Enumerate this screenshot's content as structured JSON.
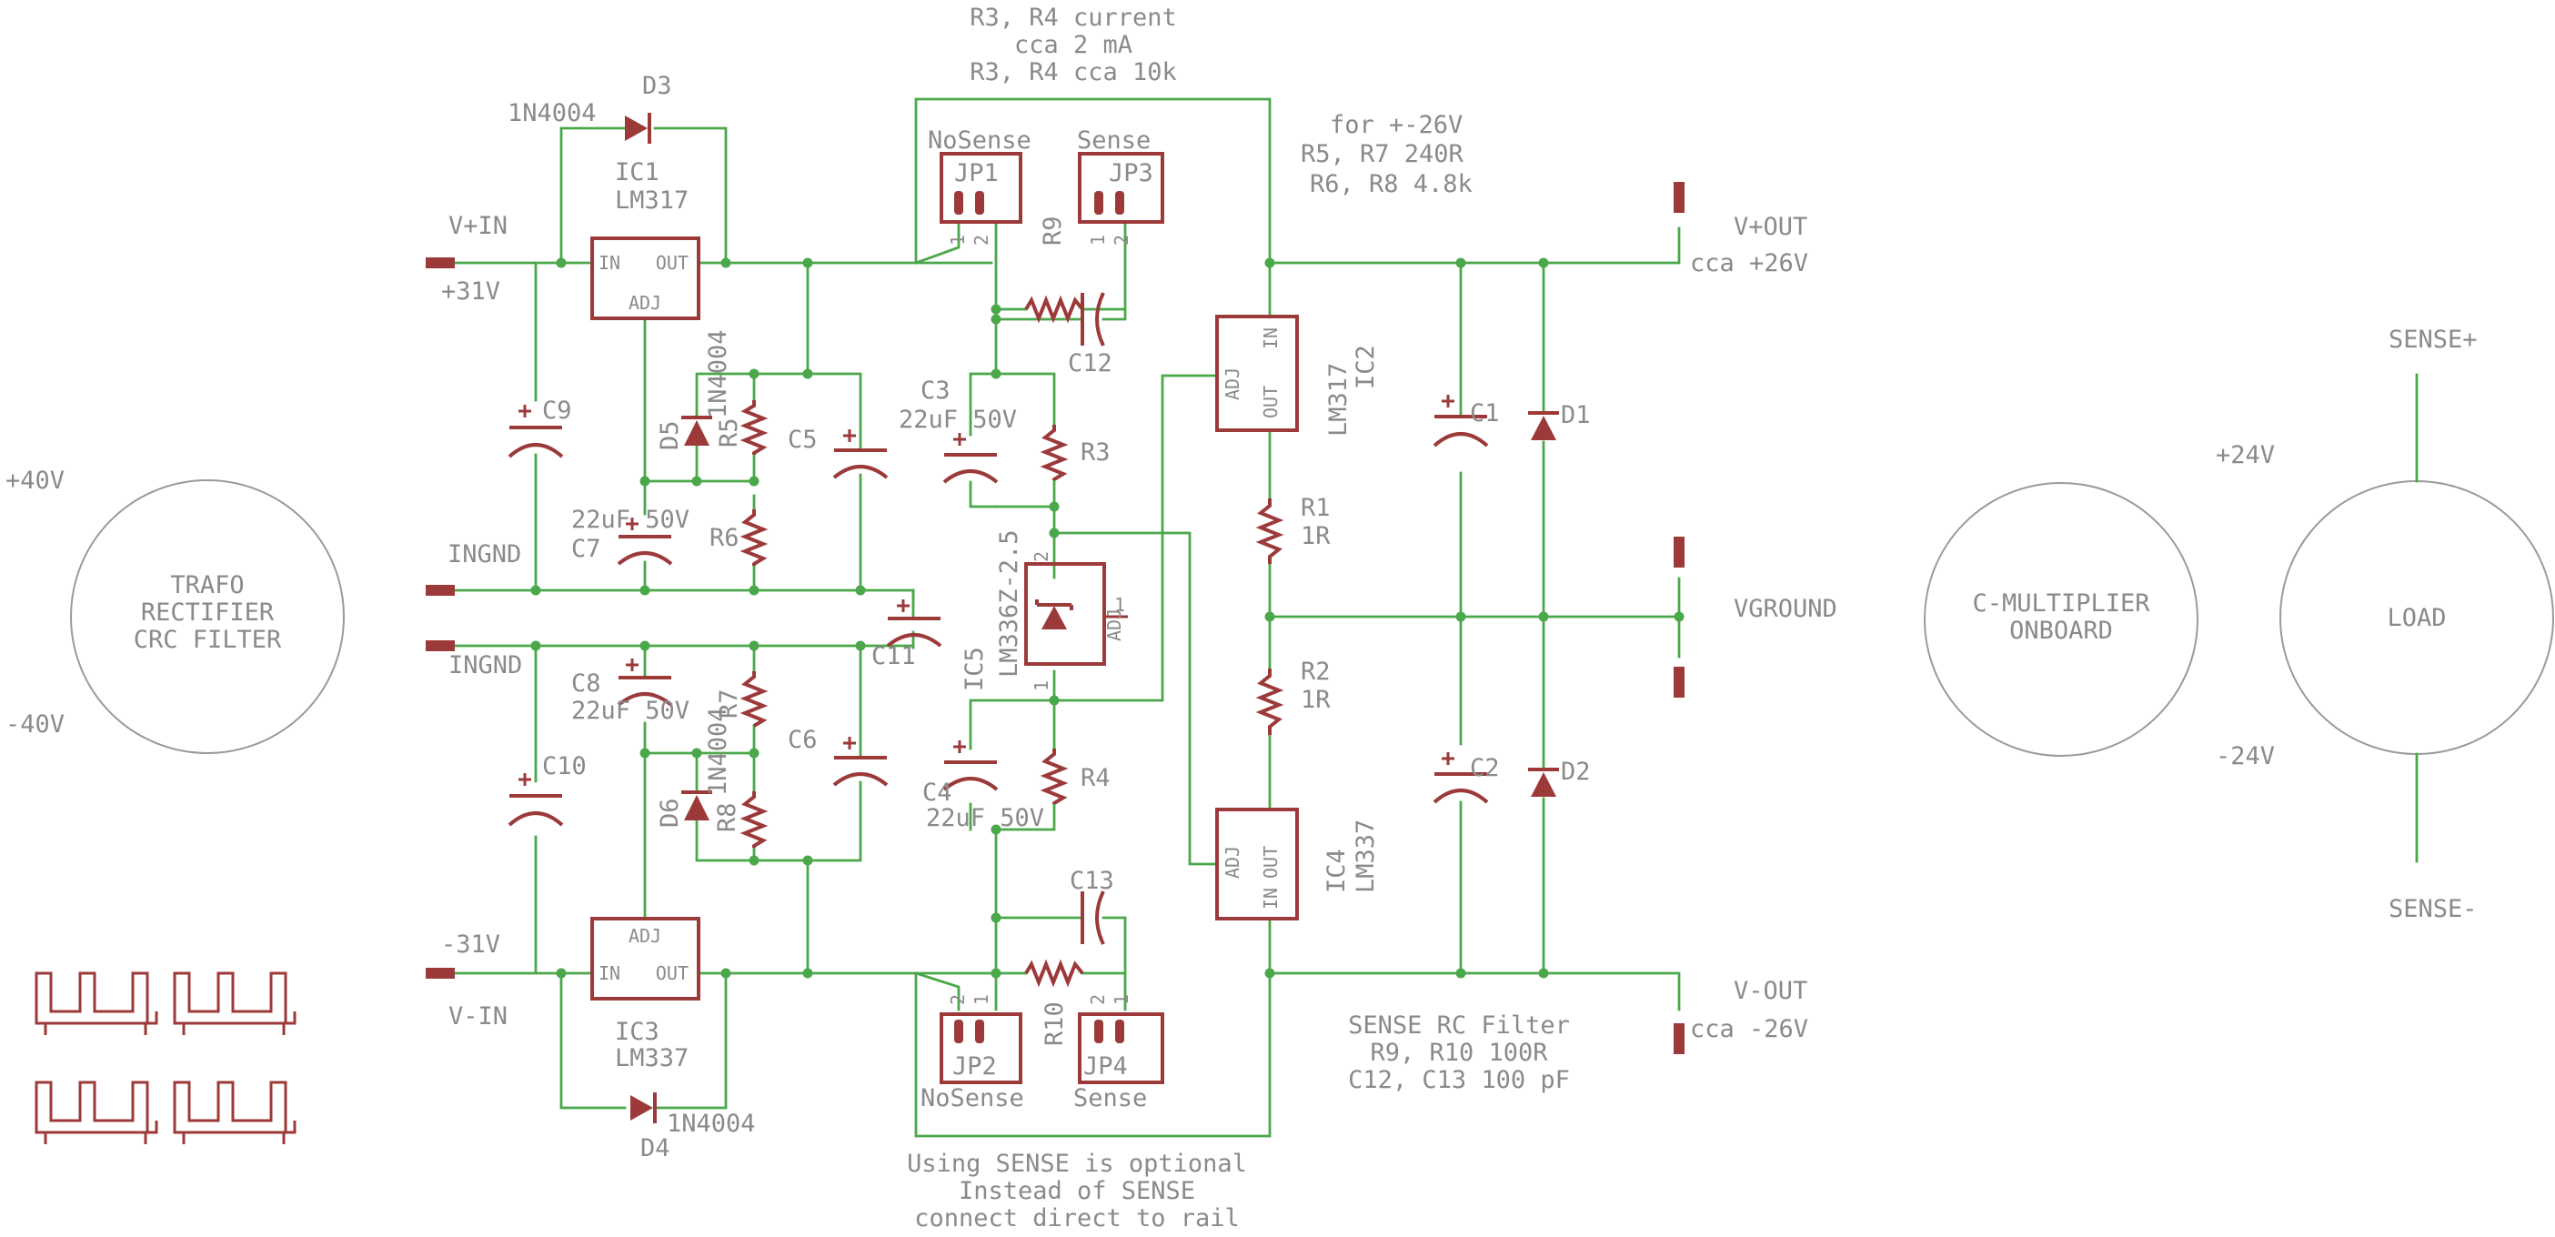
{
  "notes": {
    "top": [
      "R3, R4 current",
      "cca 2 mA",
      "R3, R4 cca 10k"
    ],
    "for26": [
      "for +-26V",
      "R5, R7  240R",
      "R6, R8  4.8k"
    ],
    "sense_filter": [
      "SENSE RC Filter",
      "R9, R10 100R",
      "C12, C13 100 pF"
    ],
    "sense_optional": [
      "Using SENSE is optional",
      "Instead of SENSE",
      "connect direct to rail"
    ]
  },
  "blocks": {
    "trafo": [
      "TRAFO",
      "RECTIFIER",
      "CRC FILTER"
    ],
    "cmult": [
      "C-MULTIPLIER",
      "ONBOARD"
    ],
    "load": [
      "LOAD"
    ]
  },
  "nets": {
    "plus40": "+40V",
    "minus40": "-40V",
    "vpin": "V+IN",
    "p31": "+31V",
    "ingnd1": "INGND",
    "ingnd2": "INGND",
    "m31": "-31V",
    "vmin": "V-IN",
    "vpout": "V+OUT",
    "cca26": "cca +26V",
    "vground": "VGROUND",
    "vmout": "V-OUT",
    "ccam26": "cca -26V",
    "p24": "+24V",
    "m24": "-24V",
    "senseplus": "SENSE+",
    "senseminus": "SENSE-"
  },
  "components": {
    "d3": "D3",
    "d3v": "1N4004",
    "ic1": "IC1",
    "ic1v": "LM317",
    "ic1_in": "IN",
    "ic1_out": "OUT",
    "ic1_adj": "ADJ",
    "c9": "C9",
    "d5": "D5",
    "d5v": "1N4004",
    "r5": "R5",
    "r6": "R6",
    "c5": "C5",
    "c7": "C7",
    "c7v": "22uF  50V",
    "c11": "C11",
    "c8": "C8",
    "c8v": "22uF  50V",
    "r7": "R7",
    "d6": "D6",
    "d6v": "1N4004",
    "r8": "R8",
    "c6": "C6",
    "c10": "C10",
    "ic3": "IC3",
    "ic3v": "LM337",
    "ic3_in": "IN",
    "ic3_out": "OUT",
    "ic3_adj": "ADJ",
    "d4": "D4",
    "d4v": "1N4004",
    "jp1": "JP1",
    "jp1t": "NoSense",
    "jp3": "JP3",
    "jp3t": "Sense",
    "jp2": "JP2",
    "jp2t": "NoSense",
    "jp4": "JP4",
    "jp4t": "Sense",
    "pin1": "1",
    "pin2": "2",
    "r9": "R9",
    "r10": "R10",
    "c12": "C12",
    "c13": "C13",
    "c3": "C3",
    "c3v": "22uF  50V",
    "c4": "C4",
    "c4v": "22uF  50V",
    "r3": "R3",
    "r4": "R4",
    "ic5": "IC5",
    "ic5v": "LM336Z-2.5",
    "ic5_adj": "ADJ",
    "ic2": "IC2",
    "ic2v": "LM317",
    "ic2_adj": "ADJ",
    "ic2_out": "OUT",
    "ic2_in": "IN",
    "ic4": "IC4",
    "ic4v": "LM337",
    "ic4_adj": "ADJ",
    "ic4_out": "OUT",
    "ic4_in": "IN",
    "r1": "R1",
    "r1v": "1R",
    "r2": "R2",
    "r2v": "1R",
    "c1": "C1",
    "c2": "C2",
    "d1": "D1",
    "d2": "D2"
  },
  "colors": {
    "wire": "#4aa84a",
    "part": "#9c3a3a",
    "text": "#8a8a8a",
    "frame": "#9a9a9a"
  }
}
